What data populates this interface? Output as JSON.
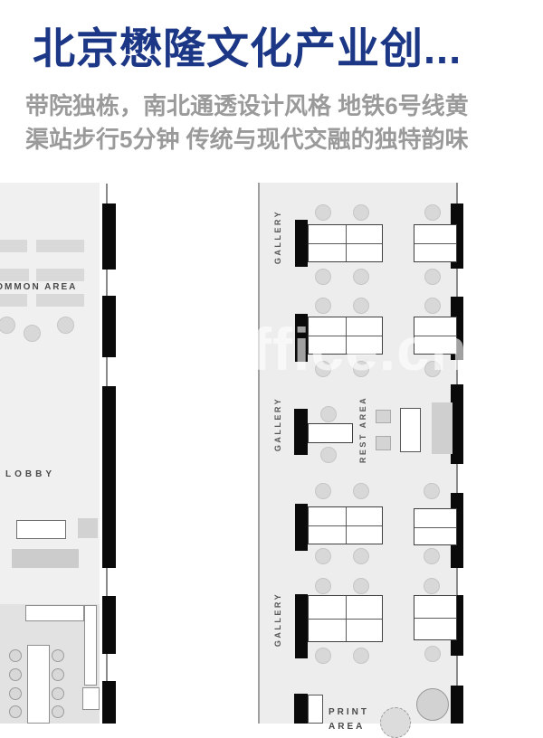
{
  "header": {
    "title": "北京懋隆文化产业创...",
    "title_color": "#1d3787",
    "subtitle_line1": "带院独栋，南北通透设计风格 地铁6号线黄",
    "subtitle_line2": "渠站步行5分钟 传统与现代交融的独特韵味",
    "subtitle_color": "#9a9a9a"
  },
  "watermark": {
    "text": "ffice.cn"
  },
  "floorplan": {
    "wall_color": "#0a0a0a",
    "left_plan": {
      "common_area_label": "COMMON AREA",
      "lobby_label": "LOBBY"
    },
    "right_plan": {
      "gallery_label_1": "GALLERY",
      "gallery_label_2": "GALLERY",
      "gallery_label_3": "GALLERY",
      "rest_area_label": "REST AREA",
      "print_area_label": "PRINT AREA"
    }
  }
}
